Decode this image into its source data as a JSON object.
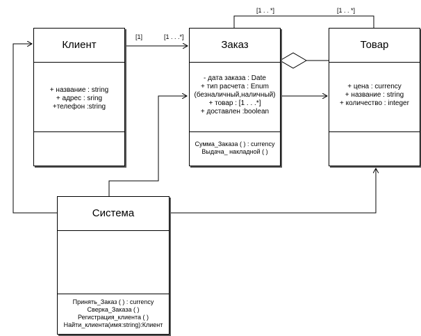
{
  "classes": {
    "client": {
      "name": "Клиент",
      "attributes": [
        "+ название : string",
        "+ адрес : sring",
        "+телефон :string"
      ],
      "operations": []
    },
    "order": {
      "name": "Заказ",
      "attributes": [
        "- дата заказа : Date",
        "+ тип расчета : Enum",
        "(безналичный,наличный)",
        "+ товар : [1 . . .*]",
        "+ доставлен :boolean"
      ],
      "operations": [
        "Сумма_Заказа ( ) : currency",
        "Выдача_ накладной ( )"
      ]
    },
    "product": {
      "name": "Товар",
      "attributes": [
        "+ цена : currency",
        "+ название : string",
        "+ количество : integer"
      ],
      "operations": []
    },
    "system": {
      "name": "Система",
      "attributes": [],
      "operations": [
        "Принять_Заказ ( ) : currency",
        "Сверка_Заказа ( )",
        "Регистрация_клиента ( )",
        "Найти_клиента(имя:string):Клиент"
      ]
    }
  },
  "multiplicities": {
    "client_side": "[1]",
    "order_side": "[1 . . .*]",
    "top_order_side": "[1 . . *]",
    "top_product_side": "[1 . . *]"
  }
}
